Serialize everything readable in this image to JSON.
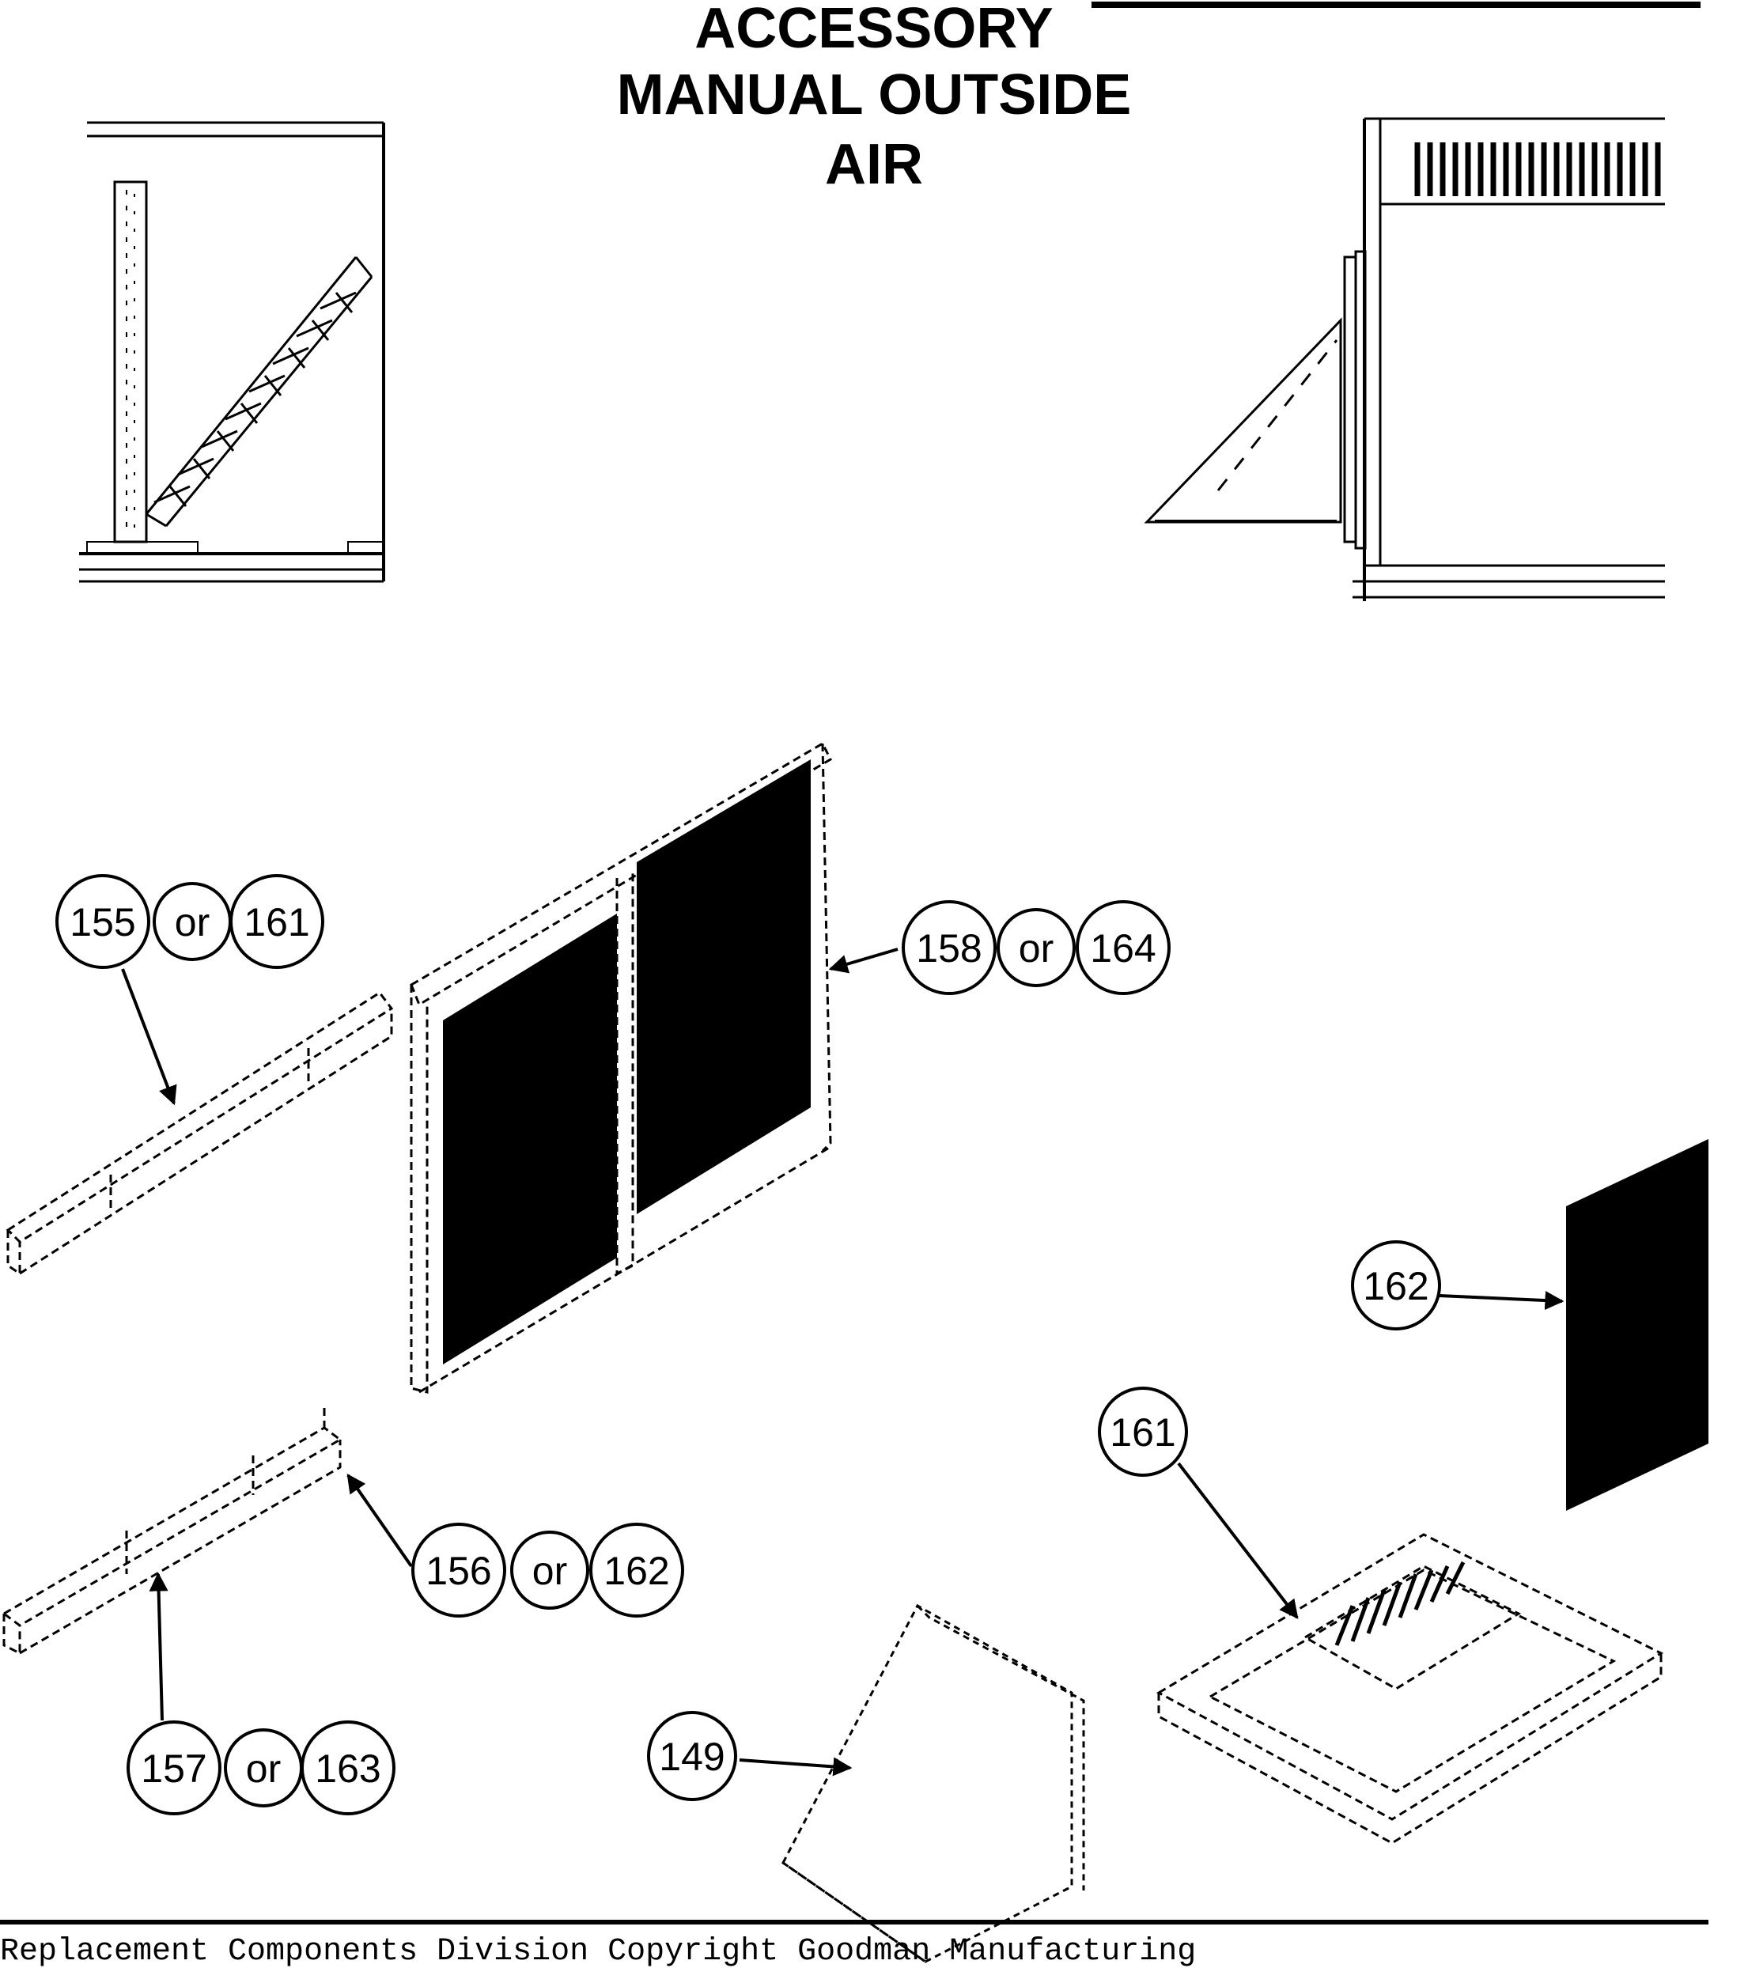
{
  "title": {
    "line1": "ACCESSORY",
    "line2": "MANUAL OUTSIDE",
    "line3": "AIR"
  },
  "callouts": {
    "c155": "155",
    "or1": "or",
    "c161a": "161",
    "c158": "158",
    "or2": "or",
    "c164": "164",
    "c162a": "162",
    "c161b": "161",
    "c156": "156",
    "or3": "or",
    "c162b": "162",
    "c157": "157",
    "or4": "or",
    "c163": "163",
    "c149": "149"
  },
  "footer": {
    "text": "Replacement Components Division  Copyright Goodman Manufacturing"
  }
}
